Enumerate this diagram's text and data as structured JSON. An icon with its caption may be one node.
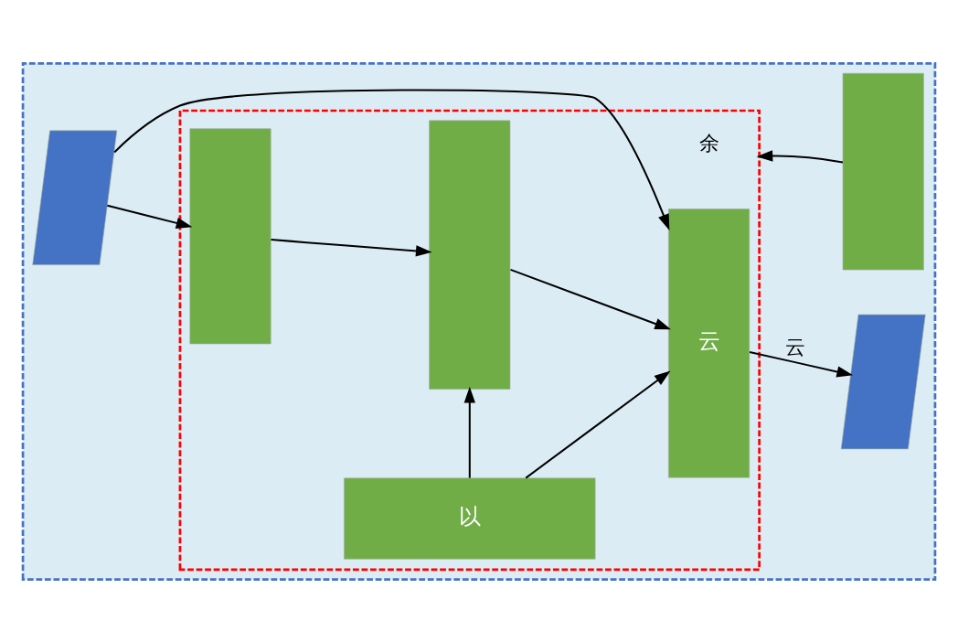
{
  "diagram": {
    "nodes": [
      {
        "text": [],
        "shape": "box"
      },
      {
        "text": [],
        "shape": "box",
        "in": 0
      },
      {
        "text": [],
        "shape": "parallelogram",
        "in": 0
      },
      {
        "text": [],
        "shape": "box",
        "in": 1
      },
      {
        "text": [],
        "shape": "box",
        "in": 1
      },
      {
        "text": [
          "云"
        ],
        "in": 1
      },
      {
        "text": [
          "以"
        ],
        "in": 1
      },
      {
        "text": [],
        "shape": "parallelogram",
        "in": 0
      },
      {
        "text": [],
        "shape": "box",
        "in": 0
      }
    ],
    "edges": [
      {
        "from": 2,
        "to": 3,
        "arrow": "to"
      },
      {
        "from": 3,
        "to": 4,
        "arrow": "to"
      },
      {
        "from": 4,
        "to": 5,
        "arrow": "to"
      },
      {
        "from": 5,
        "to": 7,
        "arrow": "to",
        "label": "云"
      },
      {
        "from": 2,
        "to": 5,
        "arrow": "to"
      },
      {
        "from": 6,
        "to": 4,
        "arrow": "to"
      },
      {
        "from": 6,
        "to": 5,
        "arrow": "to"
      },
      {
        "from": 8,
        "to": 1,
        "arrow": "to",
        "label": "余"
      }
    ]
  }
}
